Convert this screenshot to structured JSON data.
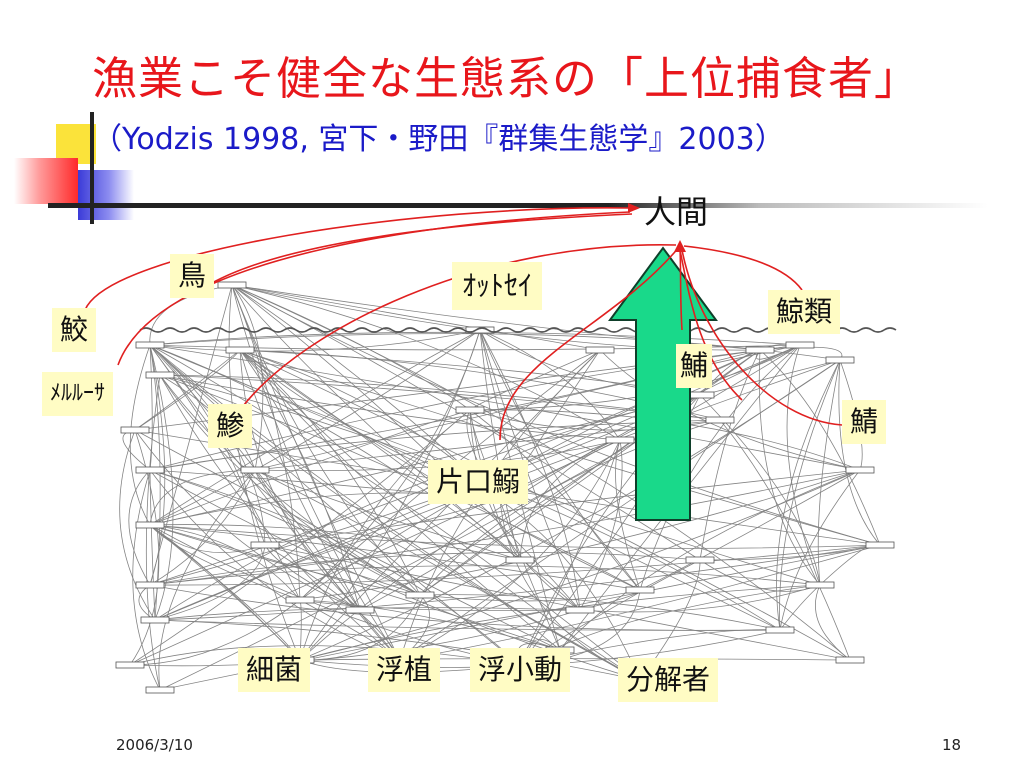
{
  "slide": {
    "title": "漁業こそ健全な生態系の「上位捕食者」",
    "subtitle": "（Yodzis 1998, 宮下・野田『群集生態学』2003）",
    "date": "2006/3/10",
    "page_number": "18"
  },
  "labels": {
    "human": "人間",
    "bird": "鳥",
    "fur_seal": "ｵｯﾄｾｲ",
    "shark": "鮫",
    "whales": "鯨類",
    "merluza": "ﾒﾙﾙｰｻ",
    "mackerel_hidden": "鯖",
    "horse_mackerel": "鯵",
    "sardine": "片口鰯",
    "mackerel": "鯖",
    "bacteria": "細菌",
    "phytoplankton": "浮植",
    "zooplankton": "浮小動",
    "decomposer": "分解者",
    "partial_hidden": "鯆"
  },
  "colors": {
    "title": "#e8161b",
    "subtitle": "#1b1bc8",
    "arrow_fill": "#19d98a",
    "label_bg": "#fffcc4",
    "link": "#e02020"
  }
}
